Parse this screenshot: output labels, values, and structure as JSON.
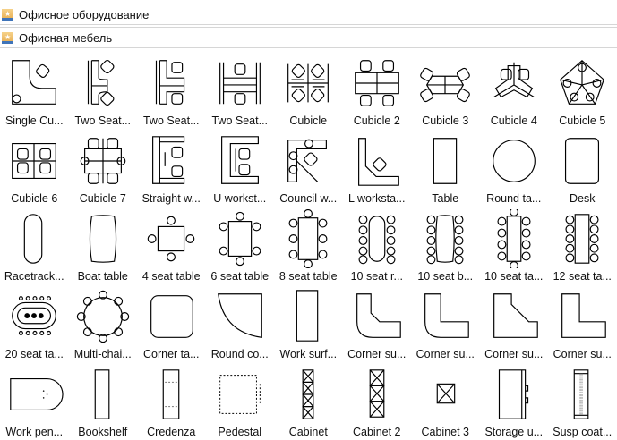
{
  "categories": [
    {
      "label": "Офисное оборудование"
    },
    {
      "label": "Офисная мебель"
    }
  ],
  "items": [
    {
      "label": "Single Cu...",
      "icon": "single-cubicle"
    },
    {
      "label": "Two Seat...",
      "icon": "two-seat-1"
    },
    {
      "label": "Two Seat...",
      "icon": "two-seat-2"
    },
    {
      "label": "Two Seat...",
      "icon": "two-seat-3"
    },
    {
      "label": "Cubicle",
      "icon": "cubicle"
    },
    {
      "label": "Cubicle 2",
      "icon": "cubicle-2"
    },
    {
      "label": "Cubicle 3",
      "icon": "cubicle-3"
    },
    {
      "label": "Cubicle 4",
      "icon": "cubicle-4"
    },
    {
      "label": "Cubicle 5",
      "icon": "cubicle-5"
    },
    {
      "label": "Cubicle 6",
      "icon": "cubicle-6"
    },
    {
      "label": "Cubicle 7",
      "icon": "cubicle-7"
    },
    {
      "label": "Straight w...",
      "icon": "straight-workstation"
    },
    {
      "label": "U workst...",
      "icon": "u-workstation"
    },
    {
      "label": "Council w...",
      "icon": "council-workstation"
    },
    {
      "label": "L worksta...",
      "icon": "l-workstation"
    },
    {
      "label": "Table",
      "icon": "table"
    },
    {
      "label": "Round ta...",
      "icon": "round-table"
    },
    {
      "label": "Desk",
      "icon": "desk"
    },
    {
      "label": "Racetrack...",
      "icon": "racetrack-table"
    },
    {
      "label": "Boat table",
      "icon": "boat-table"
    },
    {
      "label": "4 seat table",
      "icon": "4-seat-table"
    },
    {
      "label": "6 seat table",
      "icon": "6-seat-table"
    },
    {
      "label": "8 seat table",
      "icon": "8-seat-table"
    },
    {
      "label": "10 seat r...",
      "icon": "10-seat-racetrack"
    },
    {
      "label": "10 seat b...",
      "icon": "10-seat-boat"
    },
    {
      "label": "10 seat ta...",
      "icon": "10-seat-table"
    },
    {
      "label": "12 seat ta...",
      "icon": "12-seat-table"
    },
    {
      "label": "20 seat ta...",
      "icon": "20-seat-table"
    },
    {
      "label": "Multi-chai...",
      "icon": "multi-chair-table"
    },
    {
      "label": "Corner ta...",
      "icon": "corner-table"
    },
    {
      "label": "Round co...",
      "icon": "round-corner"
    },
    {
      "label": "Work surf...",
      "icon": "work-surface"
    },
    {
      "label": "Corner su...",
      "icon": "corner-surface-1"
    },
    {
      "label": "Corner su...",
      "icon": "corner-surface-2"
    },
    {
      "label": "Corner su...",
      "icon": "corner-surface-3"
    },
    {
      "label": "Corner su...",
      "icon": "corner-surface-4"
    },
    {
      "label": "Work pen...",
      "icon": "work-peninsula"
    },
    {
      "label": "Bookshelf",
      "icon": "bookshelf"
    },
    {
      "label": "Credenza",
      "icon": "credenza"
    },
    {
      "label": "Pedestal",
      "icon": "pedestal"
    },
    {
      "label": "Cabinet",
      "icon": "cabinet"
    },
    {
      "label": "Cabinet 2",
      "icon": "cabinet-2"
    },
    {
      "label": "Cabinet 3",
      "icon": "cabinet-3"
    },
    {
      "label": "Storage u...",
      "icon": "storage-unit"
    },
    {
      "label": "Susp coat...",
      "icon": "suspended-coat"
    }
  ]
}
